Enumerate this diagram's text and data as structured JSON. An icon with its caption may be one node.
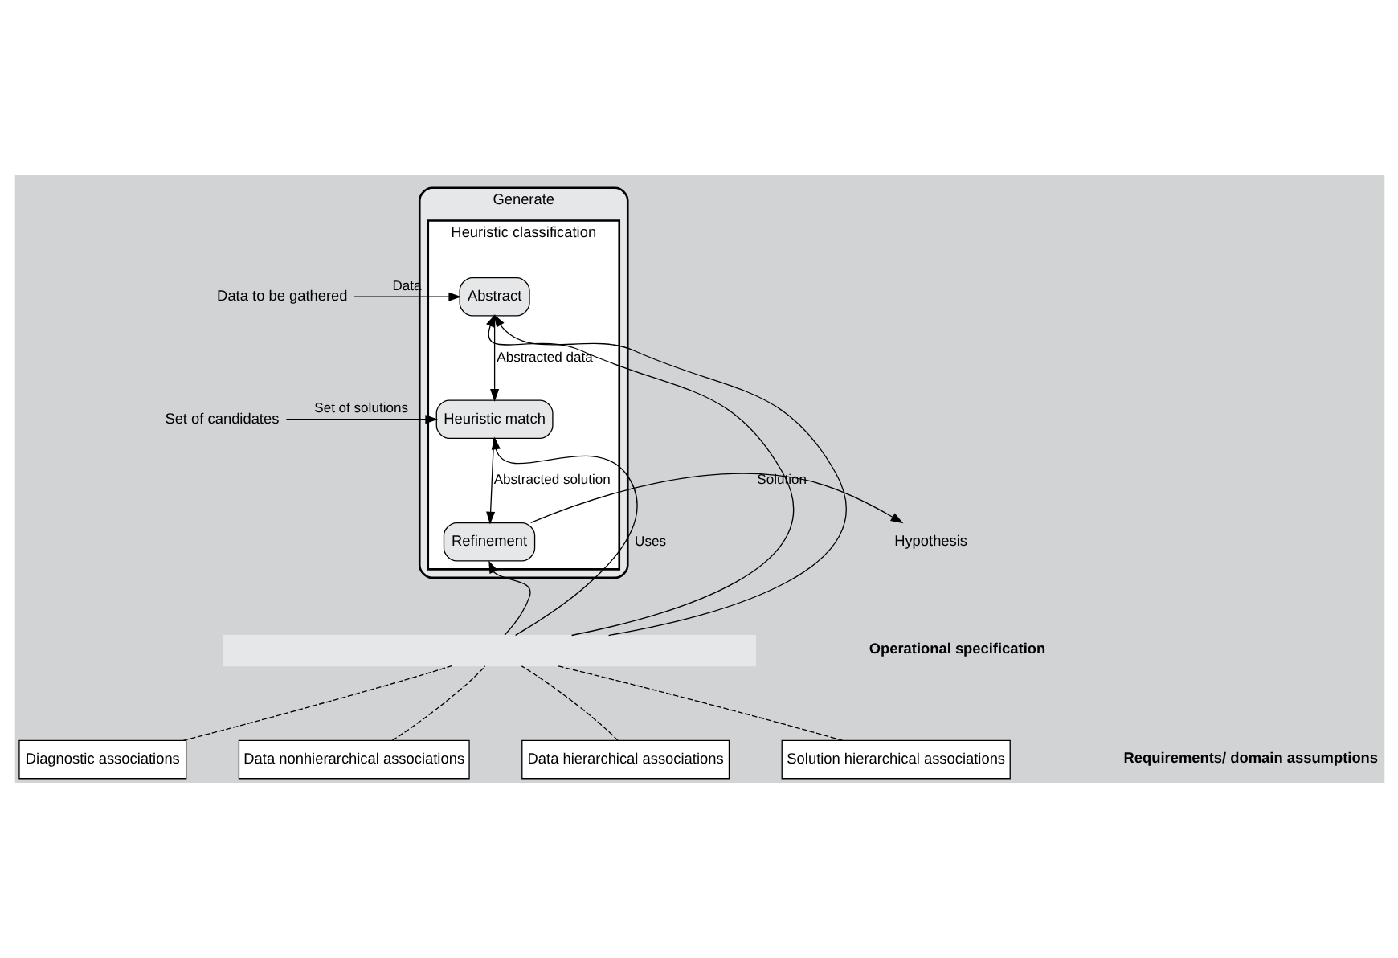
{
  "diagram": {
    "nodes": [
      {
        "text": [
          "Generate"
        ]
      },
      {
        "text": [
          "Heuristic classification"
        ],
        "in": 0
      },
      {
        "text": [
          "Abstract"
        ],
        "in": 1
      },
      {
        "text": [
          "Heuristic match"
        ],
        "in": 1
      },
      {
        "text": [
          "Refinement"
        ],
        "in": 1
      },
      {
        "text": [
          "Data to be gathered"
        ]
      },
      {
        "text": [
          "Set of candidates"
        ]
      },
      {
        "text": [
          "Hypothesis"
        ]
      },
      {
        "text": [],
        "shape": "bar"
      },
      {
        "text": [
          "Diagnostic associations"
        ]
      },
      {
        "text": [
          "Data nonhierarchical associations"
        ]
      },
      {
        "text": [
          "Data hierarchical associations"
        ]
      },
      {
        "text": [
          "Solution hierarchical associations"
        ]
      }
    ],
    "edges": [
      {
        "from": 5,
        "to": 2,
        "arrow": "to",
        "label": "Data"
      },
      {
        "from": 2,
        "to": 3,
        "arrow": "to",
        "label": "Abstracted data"
      },
      {
        "from": 6,
        "to": 3,
        "arrow": "to",
        "label": "Set of solutions"
      },
      {
        "from": 3,
        "to": 4,
        "arrow": "to",
        "label": "Abstracted solution"
      },
      {
        "from": 4,
        "to": 7,
        "arrow": "to",
        "label": "Solution"
      },
      {
        "from": 8,
        "to": 2,
        "arrow": "to"
      },
      {
        "from": 8,
        "to": 2,
        "arrow": "to"
      },
      {
        "from": 8,
        "to": 3,
        "arrow": "to",
        "label": "Uses"
      },
      {
        "from": 8,
        "to": 4,
        "arrow": "to"
      },
      {
        "from": 9,
        "to": 8,
        "arrow": "none",
        "style": "dashed"
      },
      {
        "from": 10,
        "to": 8,
        "arrow": "none",
        "style": "dashed"
      },
      {
        "from": 11,
        "to": 8,
        "arrow": "none",
        "style": "dashed"
      },
      {
        "from": 12,
        "to": 8,
        "arrow": "none",
        "style": "dashed"
      }
    ],
    "labels": [
      "Operational specification",
      "Requirements/ domain assumptions"
    ]
  }
}
